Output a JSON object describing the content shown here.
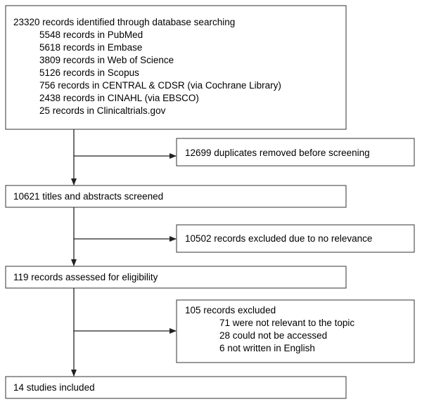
{
  "boxes": {
    "identified": {
      "heading": "23320 records identified through database searching",
      "sources": [
        "5548 records in PubMed",
        "5618 records in Embase",
        "3809 records in Web of Science",
        "5126 records in Scopus",
        "756 records in CENTRAL & CDSR (via Cochrane Library)",
        "2438 records in CINAHL (via EBSCO)",
        "25 records in Clinicaltrials.gov"
      ]
    },
    "duplicates": {
      "text": "12699 duplicates removed before screening"
    },
    "screened": {
      "text": "10621 titles and abstracts screened"
    },
    "excluded_relevance": {
      "text": "10502 records excluded due to no relevance"
    },
    "eligibility": {
      "text": "119 records assessed for eligibility"
    },
    "excluded": {
      "heading": "105 records excluded",
      "reasons": [
        "71 were not relevant to the topic",
        "28 could not be accessed",
        "6 not written in English"
      ]
    },
    "included": {
      "text": "14 studies included"
    }
  }
}
